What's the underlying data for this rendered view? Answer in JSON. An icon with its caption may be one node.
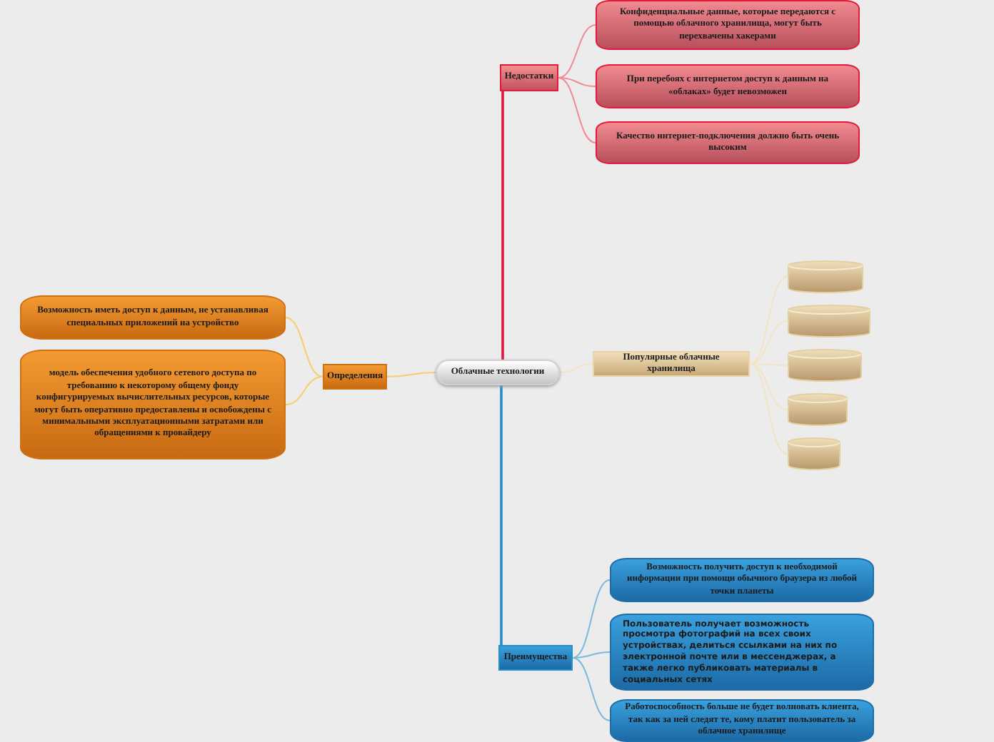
{
  "diagram": {
    "nodes": [
      {
        "text": [
          "Облачные технологии"
        ]
      },
      {
        "text": [
          "Недостатки"
        ]
      },
      {
        "text": [
          "Конфиденциальные данные, которые передаются с помощью облачного хранилища, могут быть перехвачены хакерами"
        ]
      },
      {
        "text": [
          "При перебоях с интернетом доступ к данным на «облаках» будет невозможен"
        ]
      },
      {
        "text": [
          "Качество интернет-подключения должно быть очень высоким"
        ]
      },
      {
        "text": [
          "Популярные облачные хранилища"
        ]
      },
      {
        "text": [],
        "shape": "cylinder"
      },
      {
        "text": [],
        "shape": "cylinder"
      },
      {
        "text": [],
        "shape": "cylinder"
      },
      {
        "text": [],
        "shape": "cylinder"
      },
      {
        "text": [],
        "shape": "cylinder"
      },
      {
        "text": [
          "Определения"
        ]
      },
      {
        "text": [
          "Возможность иметь доступ к данным, не устанавливая специальных приложений на устройство"
        ]
      },
      {
        "text": [
          "модель обеспечения удобного сетевого доступа по требованию к некоторому общему фонду конфигурируемых вычислительных ресурсов, которые могут быть оперативно предоставлены и освобождены с минимальными эксплуатационными затратами или обращениями к провайдеру"
        ]
      },
      {
        "text": [
          "Преимущества"
        ]
      },
      {
        "text": [
          "Возможность получить доступ к необходимой информации при помощи обычного браузера из любой точки планеты"
        ]
      },
      {
        "text": [
          "Пользователь получает возможность просмотра фотографий на всех своих устройствах, делиться ссылками на них по электронной почте или в мессенджерах, а также легко публиковать материалы в социальных сетях"
        ]
      },
      {
        "text": [
          "Работоспособность больше не будет волновать клиента, так как за ней следят те, кому платит пользователь за облачное хранилище"
        ]
      }
    ],
    "edges": [
      {
        "from": 0,
        "to": 1,
        "arrow": "none",
        "color": "#e8173a"
      },
      {
        "from": 1,
        "to": 2,
        "arrow": "none",
        "color": "#f08a98"
      },
      {
        "from": 1,
        "to": 3,
        "arrow": "none",
        "color": "#f08a98"
      },
      {
        "from": 1,
        "to": 4,
        "arrow": "none",
        "color": "#f08a98"
      },
      {
        "from": 0,
        "to": 5,
        "arrow": "none",
        "color": "#f2e4c4"
      },
      {
        "from": 5,
        "to": 6,
        "arrow": "none",
        "color": "#f2e4c4"
      },
      {
        "from": 5,
        "to": 7,
        "arrow": "none",
        "color": "#f2e4c4"
      },
      {
        "from": 5,
        "to": 8,
        "arrow": "none",
        "color": "#f2e4c4"
      },
      {
        "from": 5,
        "to": 9,
        "arrow": "none",
        "color": "#f2e4c4"
      },
      {
        "from": 5,
        "to": 10,
        "arrow": "none",
        "color": "#f2e4c4"
      },
      {
        "from": 0,
        "to": 11,
        "arrow": "none",
        "color": "#f6cf6a"
      },
      {
        "from": 11,
        "to": 12,
        "arrow": "none",
        "color": "#f6cf6a"
      },
      {
        "from": 11,
        "to": 13,
        "arrow": "none",
        "color": "#f6cf6a"
      },
      {
        "from": 0,
        "to": 14,
        "arrow": "none",
        "color": "#2a8cc8"
      },
      {
        "from": 14,
        "to": 15,
        "arrow": "none",
        "color": "#7ab8dc"
      },
      {
        "from": 14,
        "to": 16,
        "arrow": "none",
        "color": "#7ab8dc"
      },
      {
        "from": 14,
        "to": 17,
        "arrow": "none",
        "color": "#7ab8dc"
      }
    ]
  }
}
